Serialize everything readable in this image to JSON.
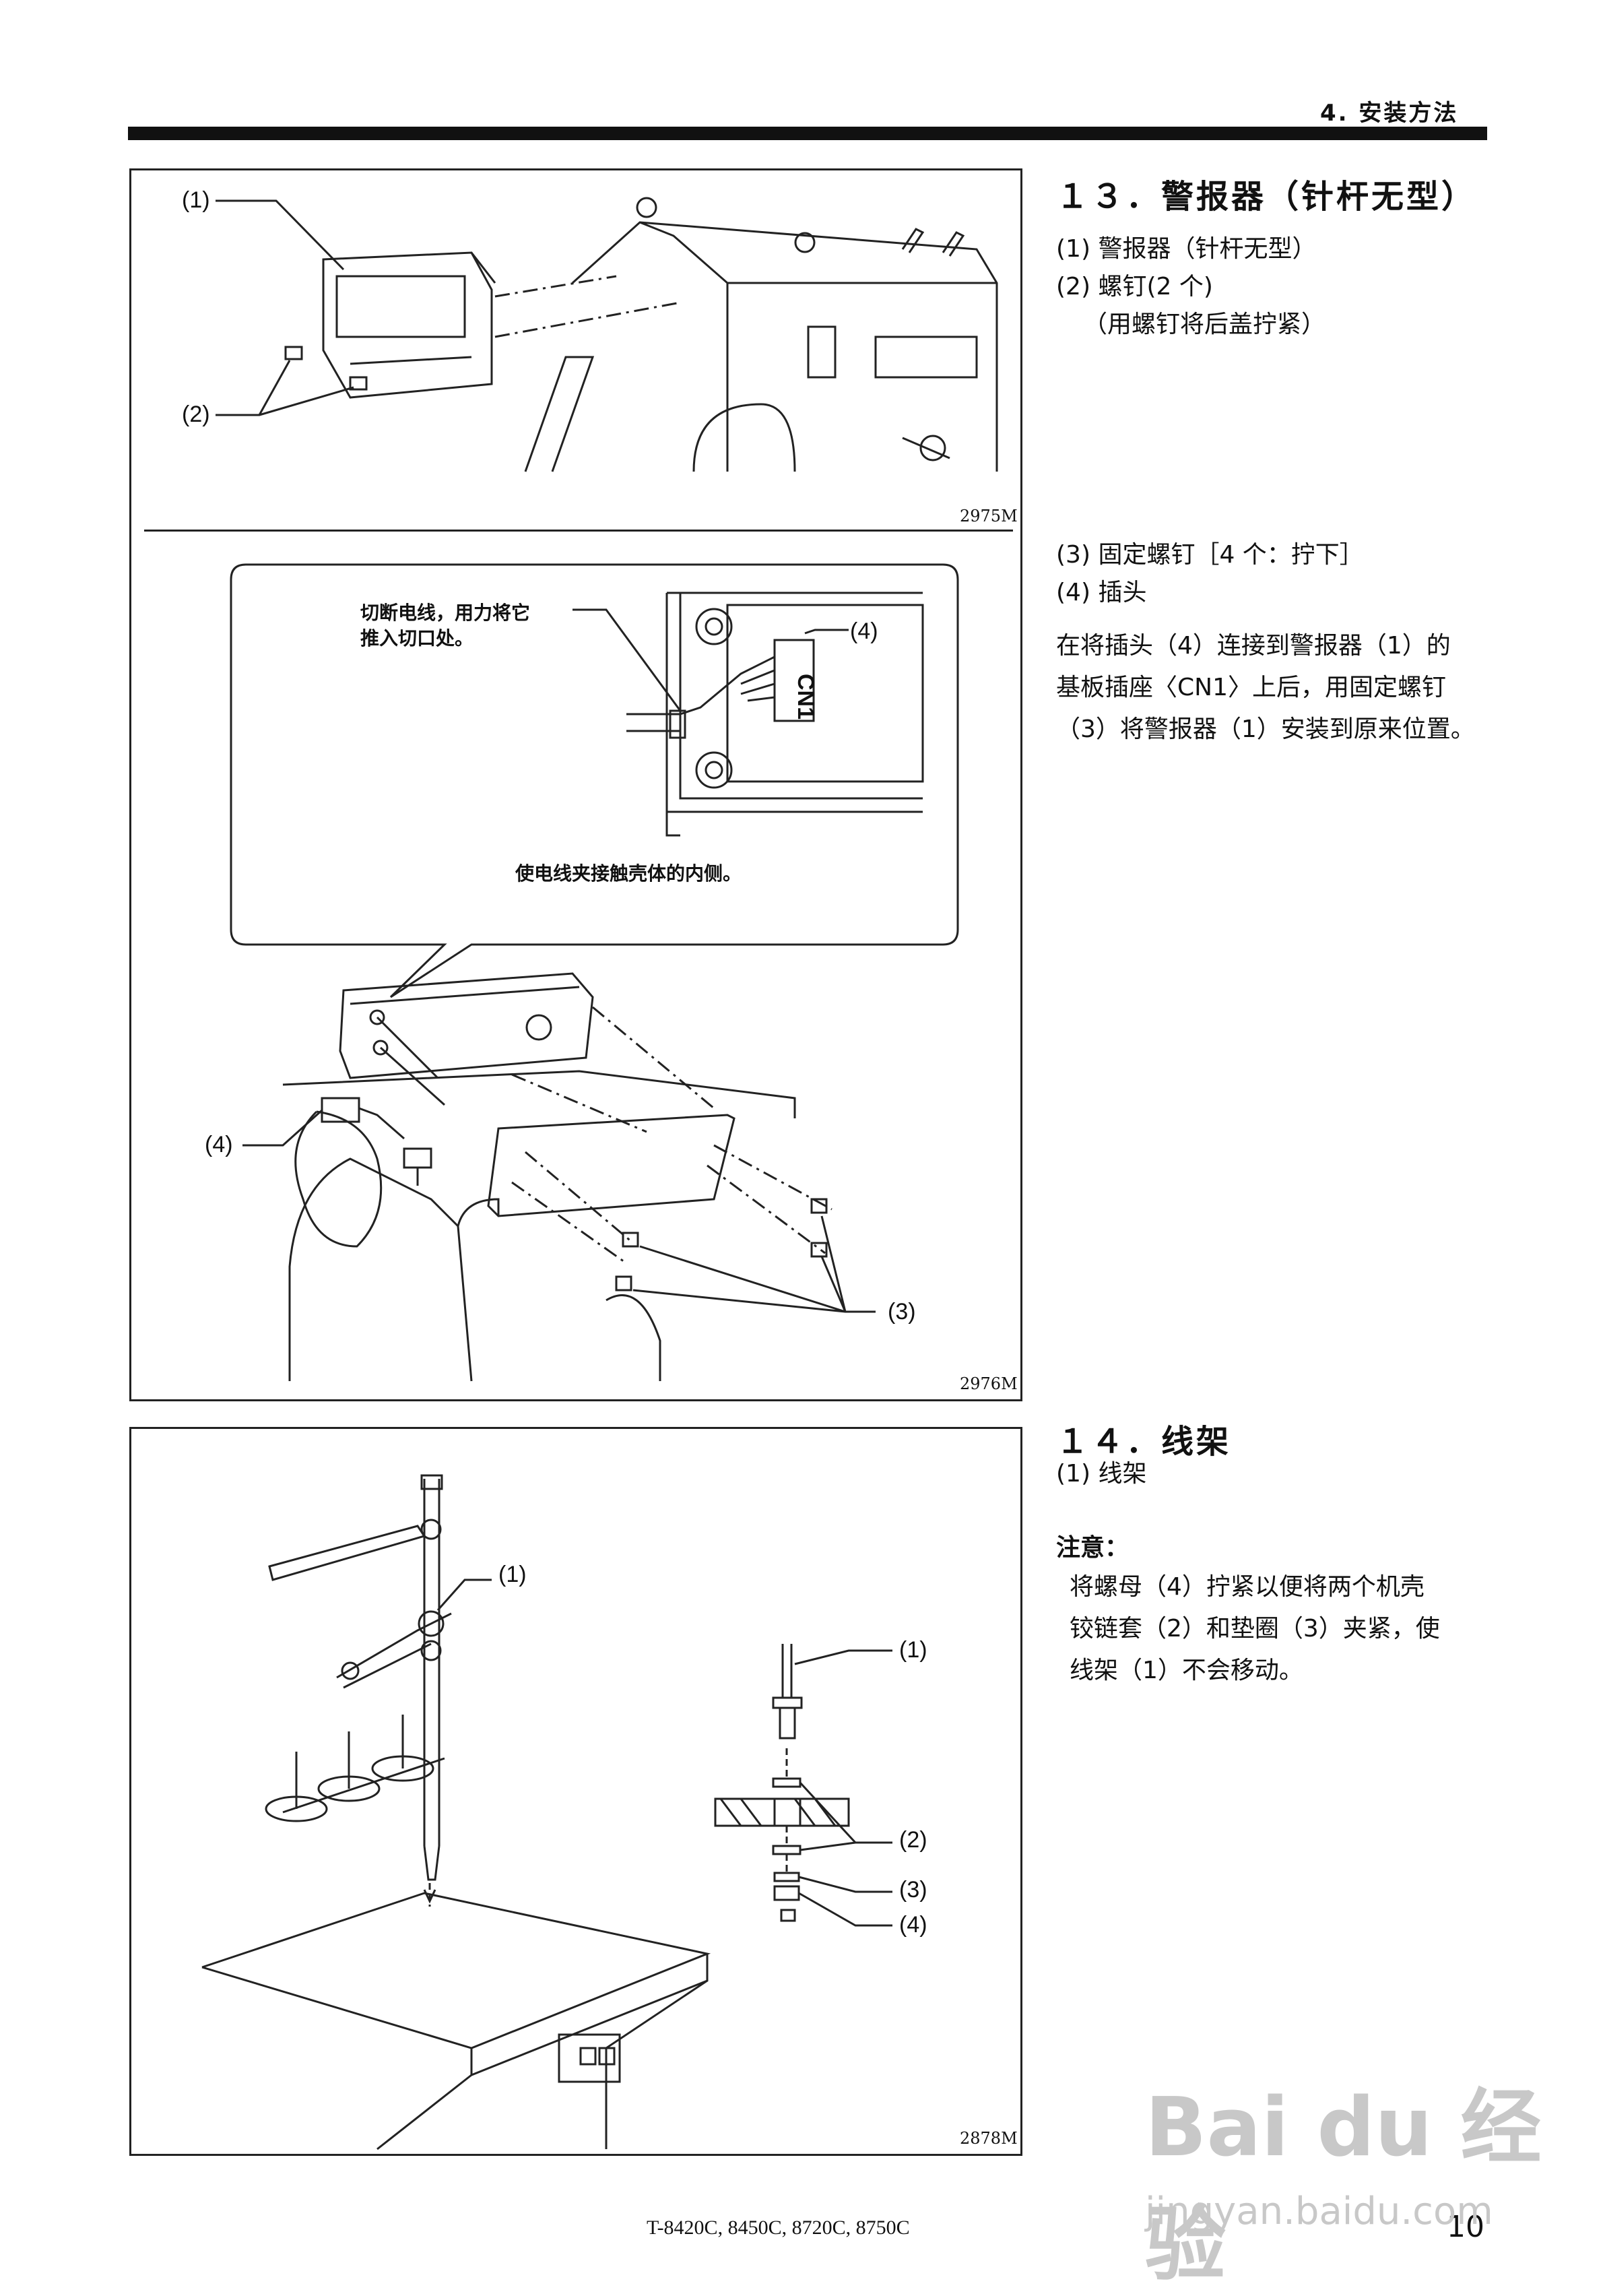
{
  "header": {
    "section": "4. 安装方法"
  },
  "section13": {
    "title": "１３．警报器（针杆无型）",
    "items": [
      "(1) 警报器（针杆无型）",
      "(2) 螺钉(2 个)",
      "（用螺钉将后盖拧紧）"
    ],
    "items2": [
      "(3) 固定螺钉［4 个：拧下］",
      "(4) 插头"
    ],
    "paragraph": [
      "在将插头（4）连接到警报器（1）的",
      "基板插座〈CN1〉上后，用固定螺钉",
      "（3）将警报器（1）安装到原来位置。"
    ]
  },
  "figure1": {
    "code": "2975M",
    "label1": "(1)",
    "label2": "(2)"
  },
  "figure2": {
    "code": "2976M",
    "caption_top": [
      "切断电线，用力将它",
      "推入切口处。"
    ],
    "caption_bottom": "使电线夹接触壳体的内侧。",
    "label_plug": "(4)",
    "connector": "CN1",
    "label4": "(4)",
    "label3": "(3)"
  },
  "section14": {
    "title": "１４．线架",
    "item": "(1) 线架",
    "note_title": "注意：",
    "note": [
      "将螺母（4）拧紧以便将两个机壳",
      "铰链套（2）和垫圈（3）夹紧，使",
      "线架（1）不会移动。"
    ]
  },
  "figure3": {
    "code": "2878M",
    "label1": "(1)",
    "detail1": "(1)",
    "detail2": "(2)",
    "detail3": "(3)",
    "detail4": "(4)"
  },
  "footer": {
    "models": "T-8420C, 8450C, 8720C, 8750C",
    "page": "10"
  },
  "watermark": {
    "brand": "Bai du 经验",
    "url": "jingyan.baidu.com"
  }
}
